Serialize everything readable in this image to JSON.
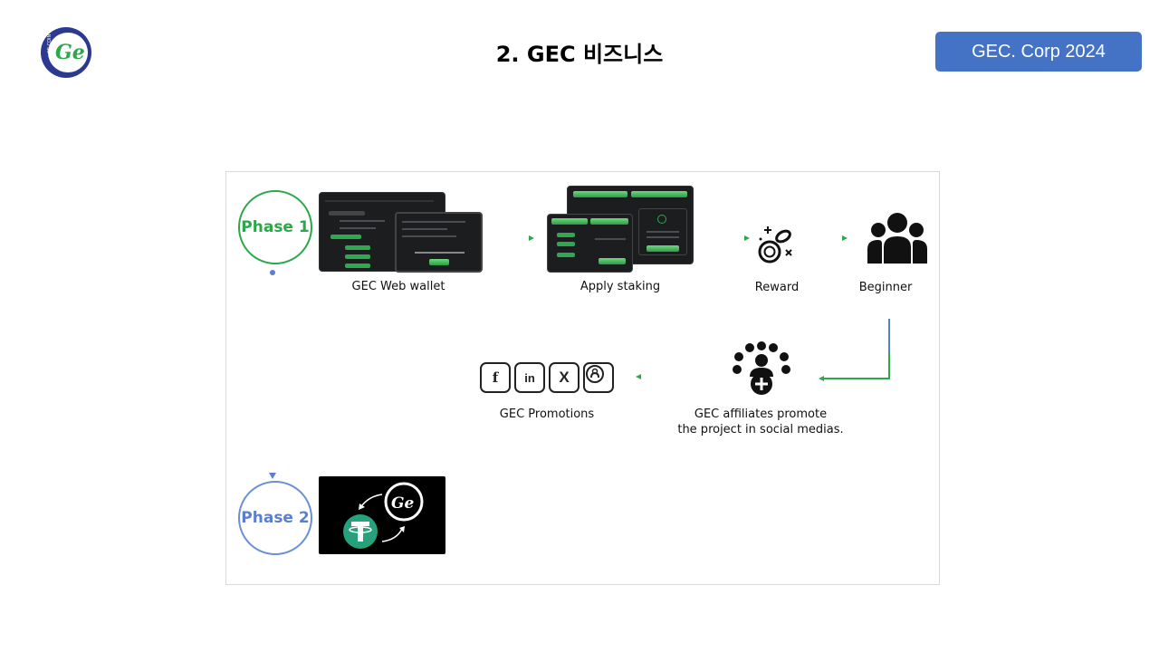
{
  "header": {
    "title": "2. GEC 비즈니스",
    "badge": "GEC. Corp 2024",
    "logo_text": "Ge",
    "logo_ring_text": "GE COIN"
  },
  "diagram": {
    "phase1": "Phase 1",
    "phase2": "Phase 2",
    "steps": {
      "web_wallet": "GEC Web wallet",
      "apply_staking": "Apply staking",
      "reward": "Reward",
      "beginner": "Beginner",
      "affiliates_line1": "GEC  affiliates promote",
      "affiliates_line2": "the project in social medias.",
      "promotions": "GEC  Promotions"
    },
    "social_icons": [
      "facebook-icon",
      "linkedin-icon",
      "x-icon",
      "github-icon"
    ],
    "phase2_logo_text": "Ge"
  },
  "colors": {
    "green": "#2ba84a",
    "blue": "#5a7fcf",
    "badge": "#4472c4",
    "logo_navy": "#2b3990",
    "tether": "#26a17b"
  }
}
